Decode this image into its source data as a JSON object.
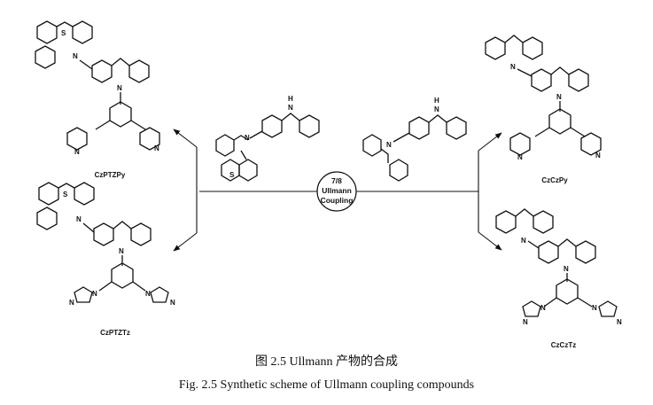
{
  "reaction": {
    "condition_lines": [
      "7/8",
      "Ullmann",
      "Coupling"
    ]
  },
  "compounds": {
    "top_left": "CzPTZPy",
    "bottom_left": "CzPTZTz",
    "top_right": "CzCzPy",
    "bottom_right": "CzCzTz"
  },
  "atoms": {
    "n": "N",
    "s": "S",
    "nh_h": "H"
  },
  "caption": {
    "zh": "图 2.5   Ullmann 产物的合成",
    "en": "Fig. 2.5    Synthetic scheme of Ullmann coupling compounds"
  }
}
